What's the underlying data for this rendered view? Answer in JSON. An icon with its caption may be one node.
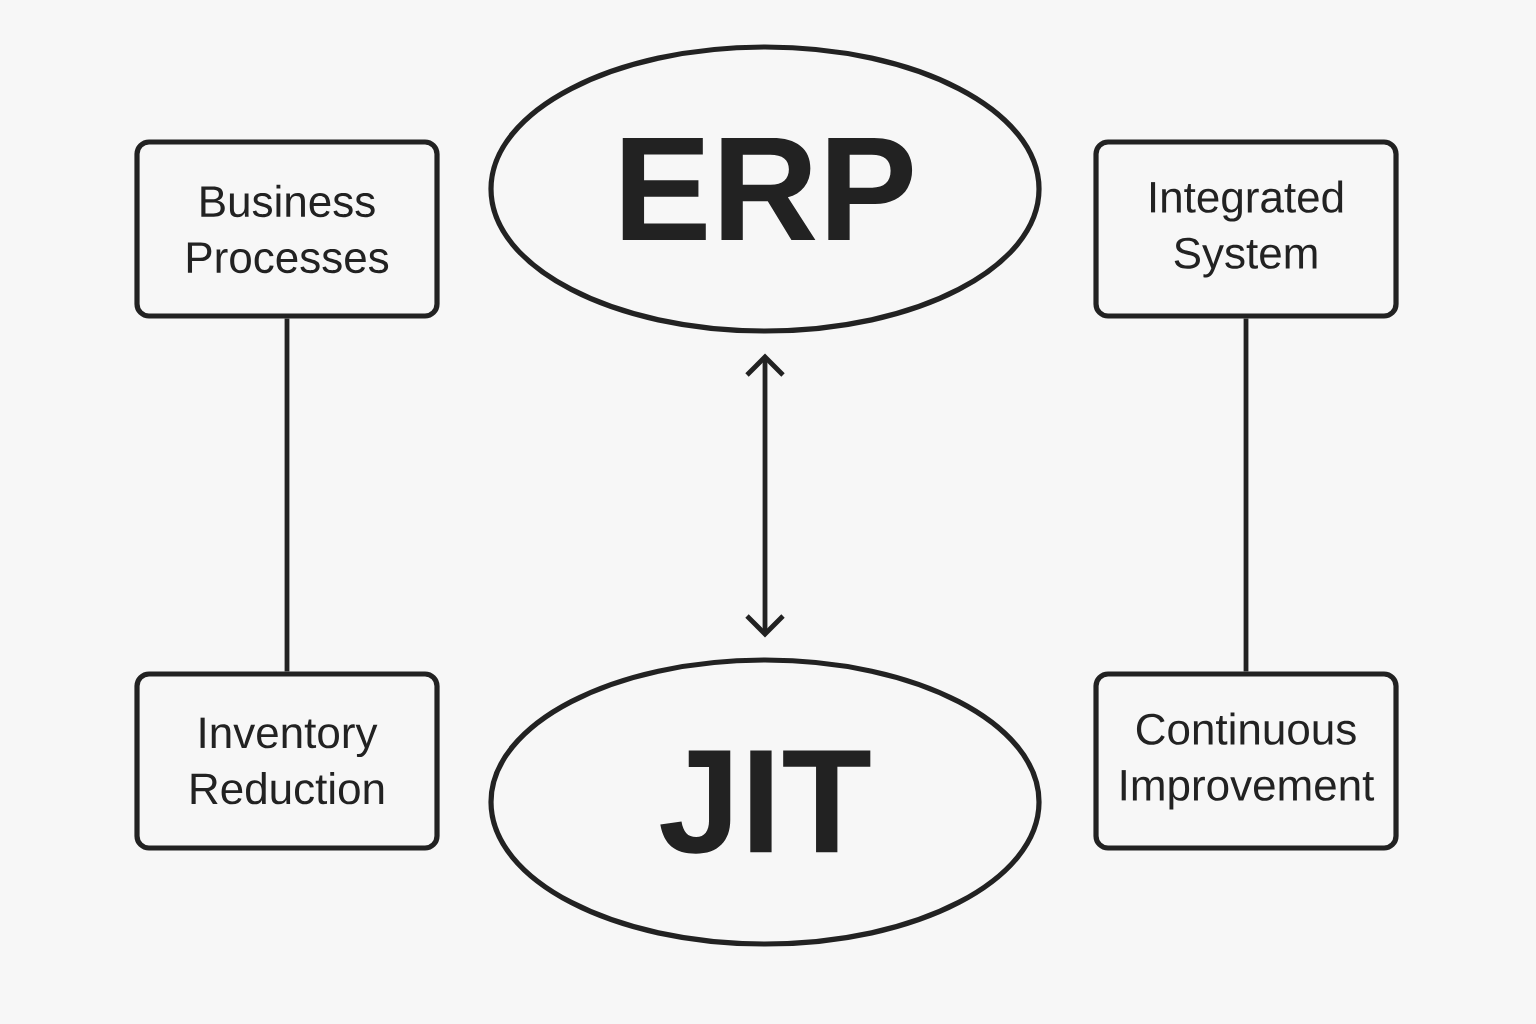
{
  "diagram": {
    "nodes": [
      {
        "text": [
          "Business Processes"
        ]
      },
      {
        "text": [
          "ERP"
        ]
      },
      {
        "text": [
          "Integrated System"
        ]
      },
      {
        "text": [
          "Inventory Reduction"
        ]
      },
      {
        "text": [
          "JIT"
        ]
      },
      {
        "text": [
          "Continuous Improvement"
        ]
      }
    ],
    "edges": [
      {
        "from": 0,
        "to": 3,
        "arrow": "none"
      },
      {
        "from": 1,
        "to": 4,
        "arrow": "both"
      },
      {
        "from": 2,
        "to": 5,
        "arrow": "none"
      }
    ]
  }
}
